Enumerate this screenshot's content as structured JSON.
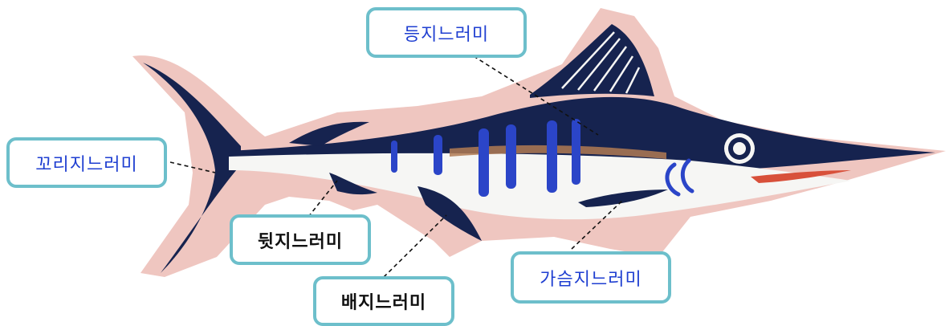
{
  "labels": {
    "dorsal_fin": "등지느러미",
    "caudal_fin": "꼬리지느러미",
    "anal_fin": "뒷지느러미",
    "pelvic_fin": "배지느러미",
    "pectoral_fin": "가슴지느러미"
  },
  "colors": {
    "label_border": "#6dbfcb",
    "label_text_blue": "#1f3fd1",
    "label_text_black": "#111111",
    "fish_navy": "#16234f",
    "fish_belly": "#f6f6f4",
    "fish_stripe": "#2b45c8",
    "paper_shadow": "#efc6c0"
  }
}
